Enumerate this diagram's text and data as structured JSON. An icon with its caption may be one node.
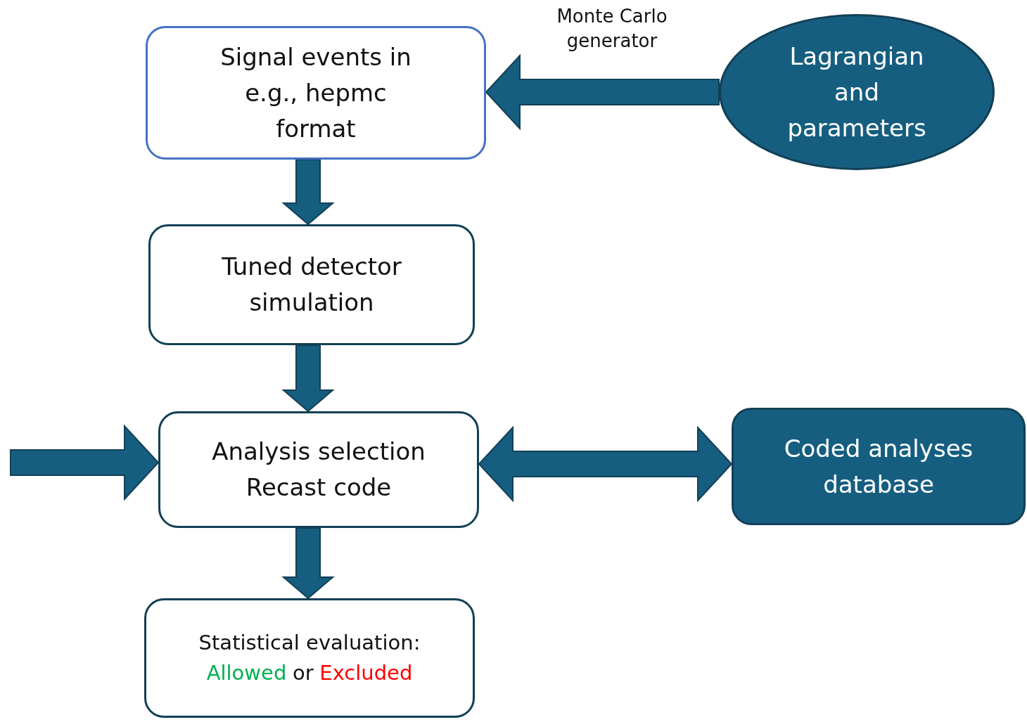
{
  "diagram": {
    "nodes": [
      {
        "text": [
          "Signal events in e.g., hepmc format"
        ]
      },
      {
        "text": [
          "Lagrangian and parameters"
        ]
      },
      {
        "text": [
          "Tuned detector simulation"
        ]
      },
      {
        "text": [
          "Analysis selection",
          "Recast code"
        ]
      },
      {
        "text": [
          "Coded analyses database"
        ]
      },
      {
        "text": [
          "Statistical evaluation:",
          "Allowed",
          "or",
          "Excluded"
        ]
      }
    ],
    "edges": [
      {
        "from": 1,
        "to": 0,
        "arrow": "to",
        "label": "Monte Carlo generator"
      },
      {
        "from": 0,
        "to": 2,
        "arrow": "to"
      },
      {
        "from": 2,
        "to": 3,
        "arrow": "to"
      },
      {
        "from": null,
        "to": 3,
        "arrow": "to"
      },
      {
        "from": 3,
        "to": 4,
        "arrow": "both"
      },
      {
        "from": 3,
        "to": 5,
        "arrow": "to"
      }
    ]
  }
}
